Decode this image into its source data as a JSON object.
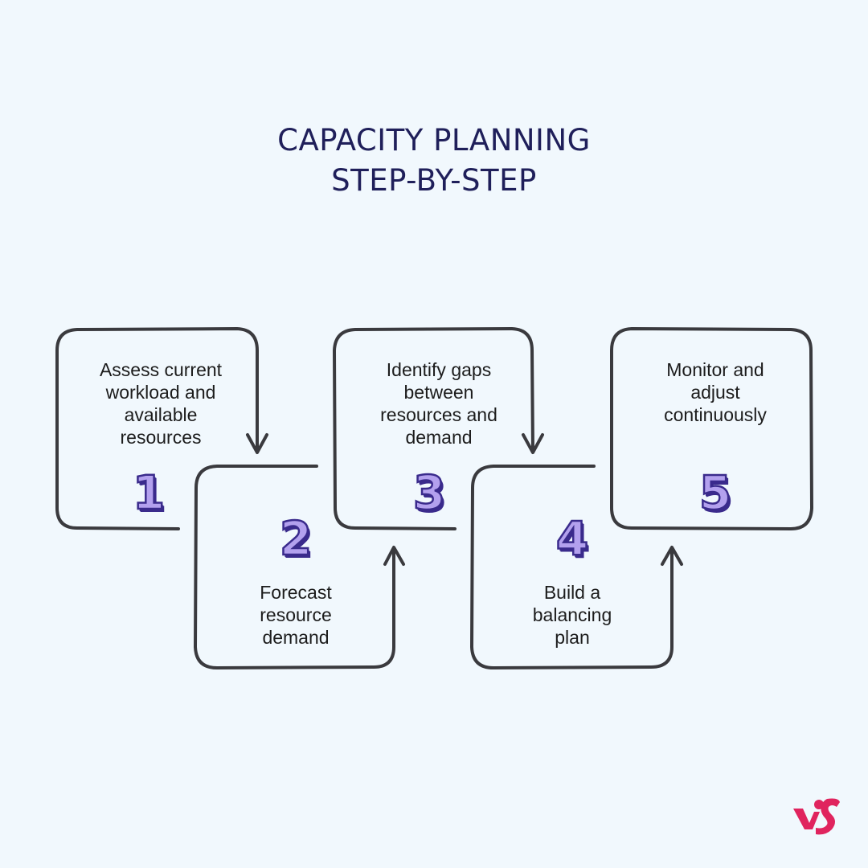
{
  "title": {
    "line1": "CAPACITY PLANNING",
    "line2": "STEP-BY-STEP"
  },
  "colors": {
    "background": "#f1f8fd",
    "title": "#1f1f5a",
    "line": "#3a3a3e",
    "number_fill": "#b3a1ee",
    "number_outline": "#3a2b8c",
    "logo": "#e0245e"
  },
  "steps": [
    {
      "number": "1",
      "lines": [
        "Assess current",
        "workload and",
        "available",
        "resources"
      ]
    },
    {
      "number": "2",
      "lines": [
        "Forecast",
        "resource",
        "demand"
      ]
    },
    {
      "number": "3",
      "lines": [
        "Identify gaps",
        "between",
        "resources and",
        "demand"
      ]
    },
    {
      "number": "4",
      "lines": [
        "Build a",
        "balancing",
        "plan"
      ]
    },
    {
      "number": "5",
      "lines": [
        "Monitor and",
        "adjust",
        "continuously"
      ]
    }
  ],
  "logo": {
    "icon": "vs-brand-logo"
  }
}
